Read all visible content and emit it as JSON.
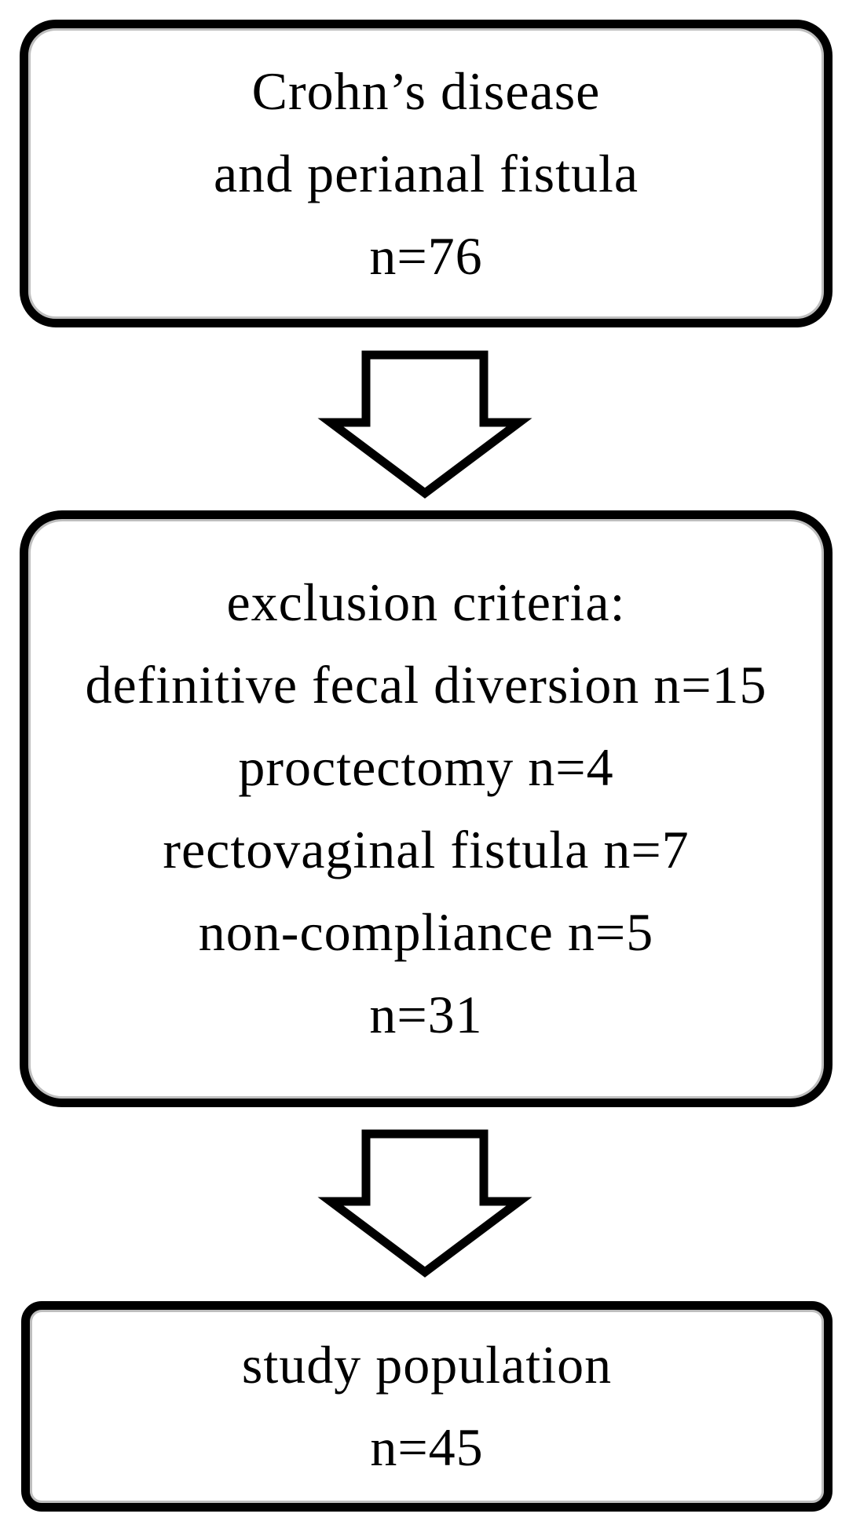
{
  "diagram": {
    "type": "flowchart",
    "colors": {
      "border": "#000000",
      "background": "#ffffff",
      "text": "#000000"
    },
    "boxes": [
      {
        "name": "initial-population",
        "lines": [
          "Crohn’s disease",
          "and perianal fistula",
          "n=76"
        ]
      },
      {
        "name": "exclusion-criteria",
        "lines": [
          "exclusion criteria:",
          "definitive fecal diversion n=15",
          "proctectomy n=4",
          "rectovaginal fistula n=7",
          "non-compliance n=5",
          "n=31"
        ]
      },
      {
        "name": "study-population",
        "lines": [
          "study population",
          "n=45"
        ]
      }
    ],
    "arrows": [
      {
        "icon": "down-arrow"
      },
      {
        "icon": "down-arrow"
      }
    ]
  }
}
